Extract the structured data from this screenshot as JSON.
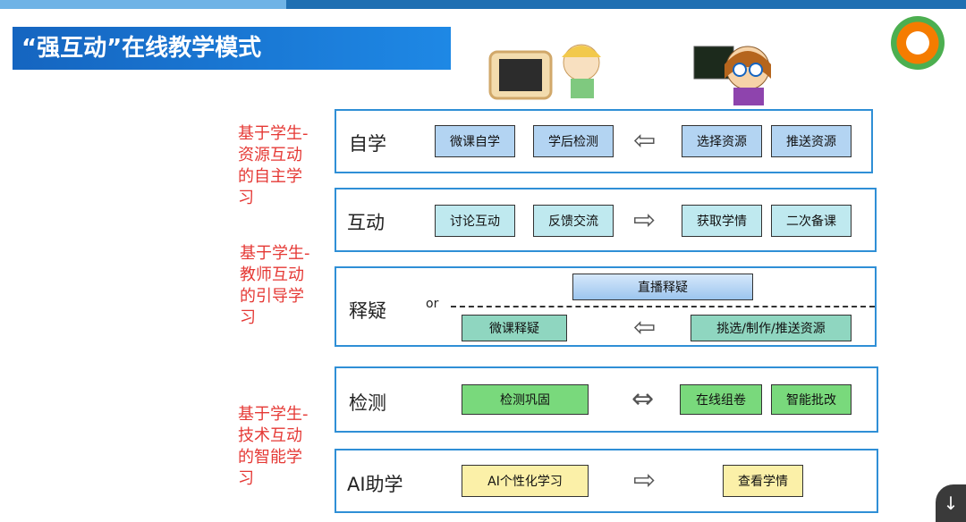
{
  "title": "“强互动”在线教学模式",
  "side_labels": [
    [
      "基于学生-",
      "资源互动",
      "的自主学",
      "习"
    ],
    [
      "基于学生-",
      "教师互动",
      "的引导学",
      "习"
    ],
    [
      "基于学生-",
      "技术互动",
      "的智能学",
      "习"
    ]
  ],
  "rows": {
    "zixue": {
      "label": "自学",
      "left": [
        "微课自学",
        "学后检测"
      ],
      "right": [
        "选择资源",
        "推送资源"
      ]
    },
    "hudong": {
      "label": "互动",
      "left": [
        "讨论互动",
        "反馈交流"
      ],
      "right": [
        "获取学情",
        "二次备课"
      ]
    },
    "shiyi": {
      "label": "释疑",
      "or": "or",
      "top": "直播释疑",
      "left": "微课释疑",
      "right": "挑选/制作/推送资源"
    },
    "jiance": {
      "label": "检测",
      "left": "检测巩固",
      "right": [
        "在线组卷",
        "智能批改"
      ]
    },
    "ai": {
      "label": "AI助学",
      "left": "AI个性化学习",
      "right": "查看学情"
    }
  },
  "arrows": {
    "left": "⇦",
    "right": "⇨",
    "both": "⇔"
  },
  "colors": {
    "accent": "#1e88e5",
    "side_text": "#e53935",
    "row_border": "#2f8fd6"
  }
}
